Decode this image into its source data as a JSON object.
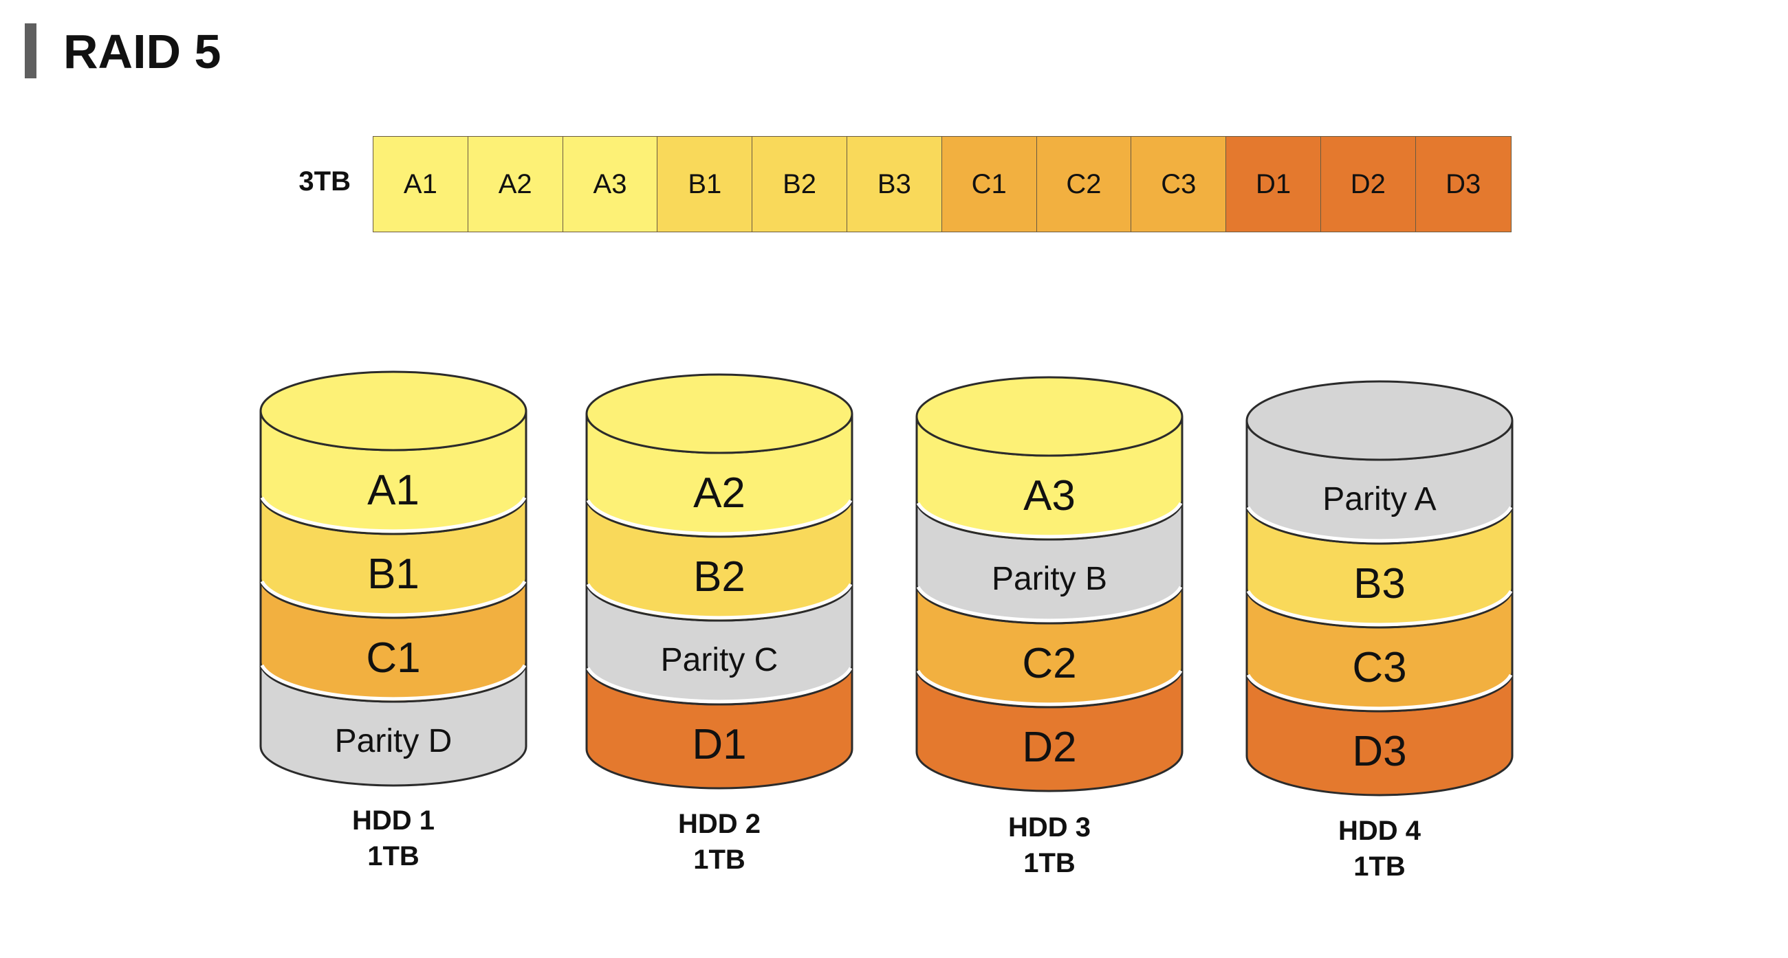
{
  "title": "RAID 5",
  "array": {
    "capacity_label": "3TB",
    "blocks": [
      {
        "label": "A1",
        "color": "#fdf176"
      },
      {
        "label": "A2",
        "color": "#fdf176"
      },
      {
        "label": "A3",
        "color": "#fdf176"
      },
      {
        "label": "B1",
        "color": "#f9d95a"
      },
      {
        "label": "B2",
        "color": "#f9d95a"
      },
      {
        "label": "B3",
        "color": "#f9d95a"
      },
      {
        "label": "C1",
        "color": "#f2b040"
      },
      {
        "label": "C2",
        "color": "#f2b040"
      },
      {
        "label": "C3",
        "color": "#f2b040"
      },
      {
        "label": "D1",
        "color": "#e4792e"
      },
      {
        "label": "D2",
        "color": "#e4792e"
      },
      {
        "label": "D3",
        "color": "#e4792e"
      }
    ]
  },
  "disks": [
    {
      "name": "HDD 1",
      "capacity": "1TB",
      "segments": [
        {
          "label": "A1",
          "color": "#fdf176",
          "parity": false
        },
        {
          "label": "B1",
          "color": "#f9d95a",
          "parity": false
        },
        {
          "label": "C1",
          "color": "#f2b040",
          "parity": false
        },
        {
          "label": "Parity D",
          "color": "#d5d5d5",
          "parity": true
        }
      ]
    },
    {
      "name": "HDD 2",
      "capacity": "1TB",
      "segments": [
        {
          "label": "A2",
          "color": "#fdf176",
          "parity": false
        },
        {
          "label": "B2",
          "color": "#f9d95a",
          "parity": false
        },
        {
          "label": "Parity C",
          "color": "#d5d5d5",
          "parity": true
        },
        {
          "label": "D1",
          "color": "#e4792e",
          "parity": false
        }
      ]
    },
    {
      "name": "HDD 3",
      "capacity": "1TB",
      "segments": [
        {
          "label": "A3",
          "color": "#fdf176",
          "parity": false
        },
        {
          "label": "Parity B",
          "color": "#d5d5d5",
          "parity": true
        },
        {
          "label": "C2",
          "color": "#f2b040",
          "parity": false
        },
        {
          "label": "D2",
          "color": "#e4792e",
          "parity": false
        }
      ]
    },
    {
      "name": "HDD 4",
      "capacity": "1TB",
      "segments": [
        {
          "label": "Parity A",
          "color": "#d5d5d5",
          "parity": true
        },
        {
          "label": "B3",
          "color": "#f9d95a",
          "parity": false
        },
        {
          "label": "C3",
          "color": "#f2b040",
          "parity": false
        },
        {
          "label": "D3",
          "color": "#e4792e",
          "parity": false
        }
      ]
    }
  ]
}
